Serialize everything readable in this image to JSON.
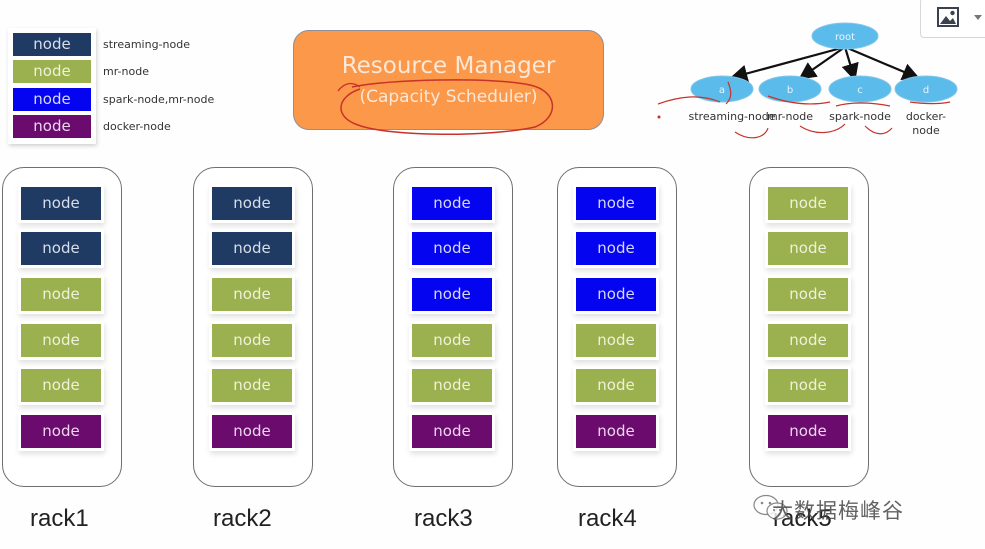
{
  "node_types": {
    "streaming": {
      "color": "#1f3b63",
      "text_color": "#d8deea"
    },
    "mr": {
      "color": "#9bb04e",
      "text_color": "#eef2d8"
    },
    "spark": {
      "color": "#0404f0",
      "text_color": "#d6d8f6"
    },
    "docker": {
      "color": "#6b0b6e",
      "text_color": "#ecd8ee"
    }
  },
  "legend": [
    {
      "type": "streaming",
      "box_label": "node",
      "label": "streaming-node"
    },
    {
      "type": "mr",
      "box_label": "node",
      "label": "mr-node"
    },
    {
      "type": "spark",
      "box_label": "node",
      "label": "spark-node,mr-node"
    },
    {
      "type": "docker",
      "box_label": "node",
      "label": "docker-node"
    }
  ],
  "resource_manager": {
    "title": "Resource Manager",
    "subtitle": "(Capacity Scheduler)",
    "color": "#fb9849"
  },
  "tree": {
    "root": "root",
    "children": [
      {
        "id": "a",
        "label": "streaming-node"
      },
      {
        "id": "b",
        "label": "mr-node"
      },
      {
        "id": "c",
        "label": "spark-node"
      },
      {
        "id": "d",
        "label": "docker-node"
      }
    ],
    "ellipse_color": "#5bbbeb"
  },
  "racks": [
    {
      "name": "rack1",
      "nodes": [
        "streaming",
        "streaming",
        "mr",
        "mr",
        "mr",
        "docker"
      ]
    },
    {
      "name": "rack2",
      "nodes": [
        "streaming",
        "streaming",
        "mr",
        "mr",
        "mr",
        "docker"
      ]
    },
    {
      "name": "rack3",
      "nodes": [
        "spark",
        "spark",
        "spark",
        "mr",
        "mr",
        "docker"
      ]
    },
    {
      "name": "rack4",
      "nodes": [
        "spark",
        "spark",
        "spark",
        "mr",
        "mr",
        "docker"
      ]
    },
    {
      "name": "rack5",
      "nodes": [
        "mr",
        "mr",
        "mr",
        "mr",
        "mr",
        "docker"
      ]
    }
  ],
  "node_label": "node",
  "watermark": "大数据梅峰谷",
  "widget": {
    "icon": "image-icon",
    "dropdown": "chevron-down-icon"
  }
}
